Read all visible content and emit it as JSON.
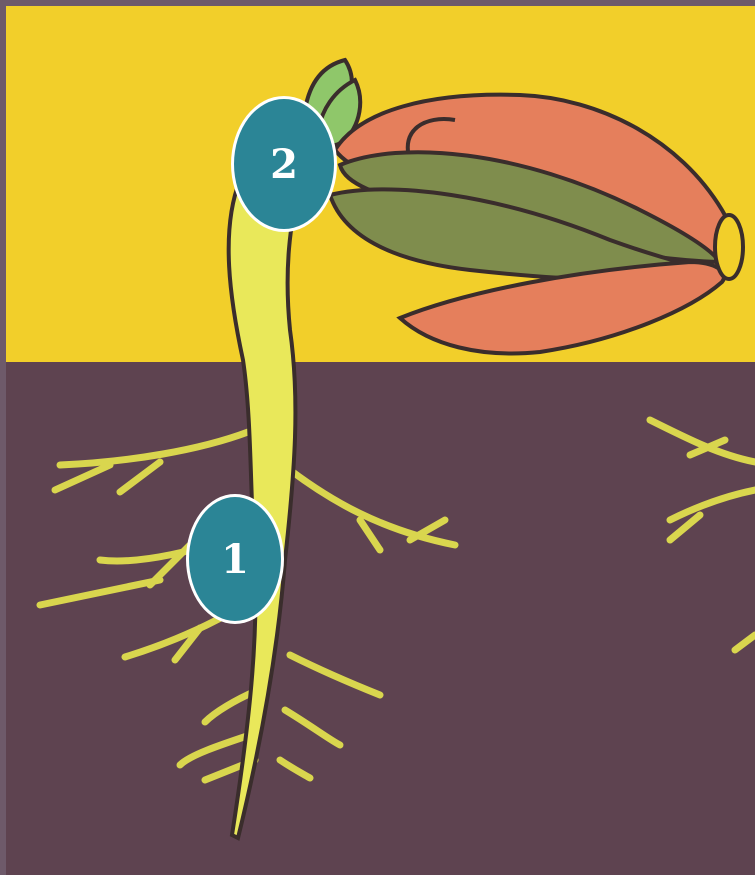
{
  "markers": [
    {
      "label": "2",
      "target": "shoot"
    },
    {
      "label": "1",
      "target": "root"
    }
  ],
  "colors": {
    "frame": "#6e5a6a",
    "sky": "#f2cf2a",
    "soil": "#5e4350",
    "root": "#e9e85a",
    "cotyledon_outer": "#e57f5c",
    "cotyledon_inner": "#7f8d4d",
    "leaf": "#8fc76a",
    "outline": "#3a2d2c",
    "marker_fill": "#2b8596",
    "marker_border": "#ffffff",
    "marker_text": "#ffffff"
  }
}
